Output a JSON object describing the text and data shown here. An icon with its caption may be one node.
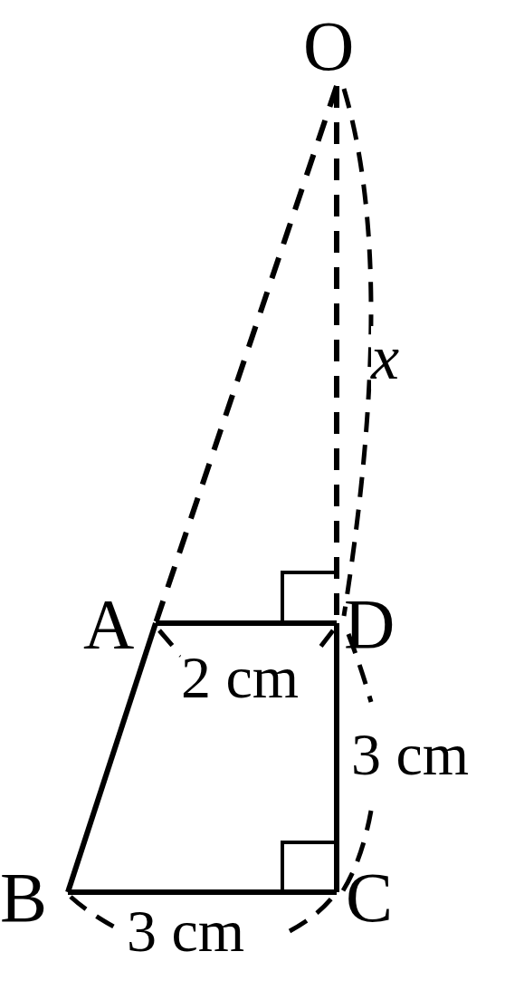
{
  "diagram": {
    "nodes": [
      {
        "text": [
          "O"
        ]
      },
      {
        "text": [
          "A"
        ]
      },
      {
        "text": [
          "D"
        ]
      },
      {
        "text": [
          "B"
        ]
      },
      {
        "text": [
          "C"
        ]
      }
    ],
    "edges": [
      {
        "from": 0,
        "to": 1,
        "arrow": "none",
        "style": "dashed"
      },
      {
        "from": 0,
        "to": 2,
        "arrow": "none",
        "style": "dashed"
      },
      {
        "from": 1,
        "to": 2,
        "arrow": "none"
      },
      {
        "from": 1,
        "to": 3,
        "arrow": "none"
      },
      {
        "from": 3,
        "to": 4,
        "arrow": "none"
      },
      {
        "from": 2,
        "to": 4,
        "arrow": "none"
      }
    ],
    "labels": [
      "x",
      "2 cm",
      "3 cm",
      "3 cm"
    ]
  }
}
